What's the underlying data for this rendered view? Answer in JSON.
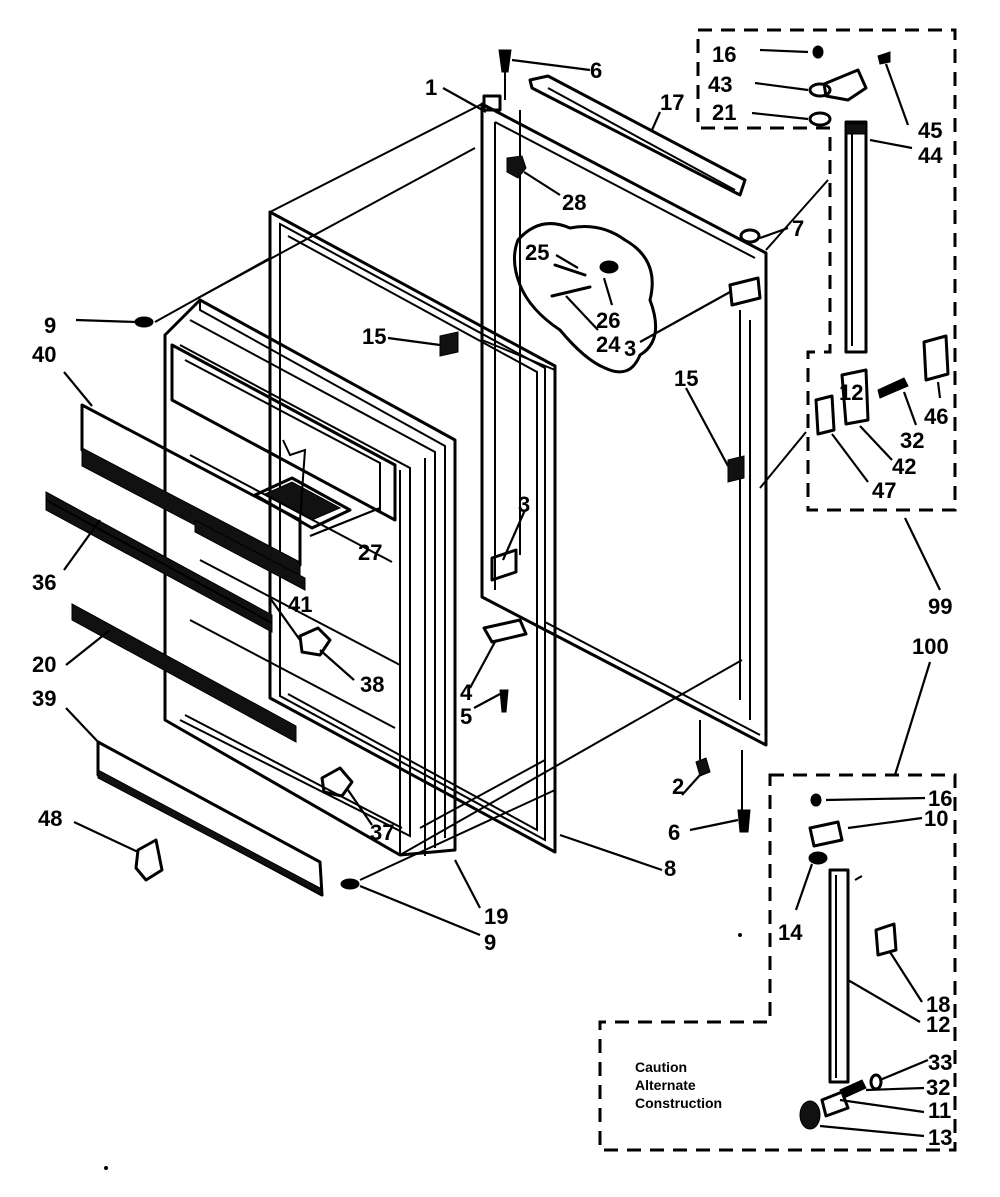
{
  "callouts": {
    "c1": "1",
    "c2": "2",
    "c3a": "3",
    "c3b": "3",
    "c4": "4",
    "c5": "5",
    "c6a": "6",
    "c6b": "6",
    "c7": "7",
    "c8": "8",
    "c9a": "9",
    "c9b": "9",
    "c10": "10",
    "c11": "11",
    "c12a": "12",
    "c12b": "12",
    "c13": "13",
    "c14": "14",
    "c15a": "15",
    "c15b": "15",
    "c16a": "16",
    "c16b": "16",
    "c17": "17",
    "c18": "18",
    "c19": "19",
    "c20": "20",
    "c21": "21",
    "c24": "24",
    "c25": "25",
    "c26": "26",
    "c27": "27",
    "c28": "28",
    "c32a": "32",
    "c32b": "32",
    "c33": "33",
    "c36": "36",
    "c37": "37",
    "c38": "38",
    "c39": "39",
    "c40": "40",
    "c41": "41",
    "c42": "42",
    "c43": "43",
    "c44": "44",
    "c45": "45",
    "c46": "46",
    "c47": "47",
    "c48": "48",
    "c99": "99",
    "c100": "100"
  },
  "caution_note": {
    "line1": "Caution",
    "line2": "Alternate",
    "line3": "Construction"
  }
}
